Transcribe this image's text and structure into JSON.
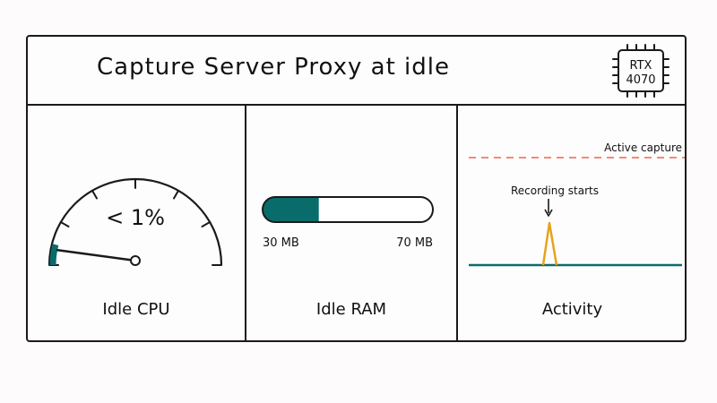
{
  "title": "Capture Server Proxy at idle",
  "chip": {
    "line1": "RTX",
    "line2": "4070"
  },
  "cpu": {
    "value_label": "< 1%",
    "percent": 1,
    "caption": "Idle CPU"
  },
  "ram": {
    "fill_percent": 33,
    "min_label": "30 MB",
    "max_label": "70 MB",
    "caption": "Idle RAM"
  },
  "activity": {
    "threshold_label": "Active capture",
    "annotation": "Recording starts",
    "caption": "Activity"
  },
  "colors": {
    "teal": "#0a6b6b",
    "orange": "#e8a21a",
    "dashed_line": "#f28a73",
    "ink": "#1a1a1a"
  }
}
